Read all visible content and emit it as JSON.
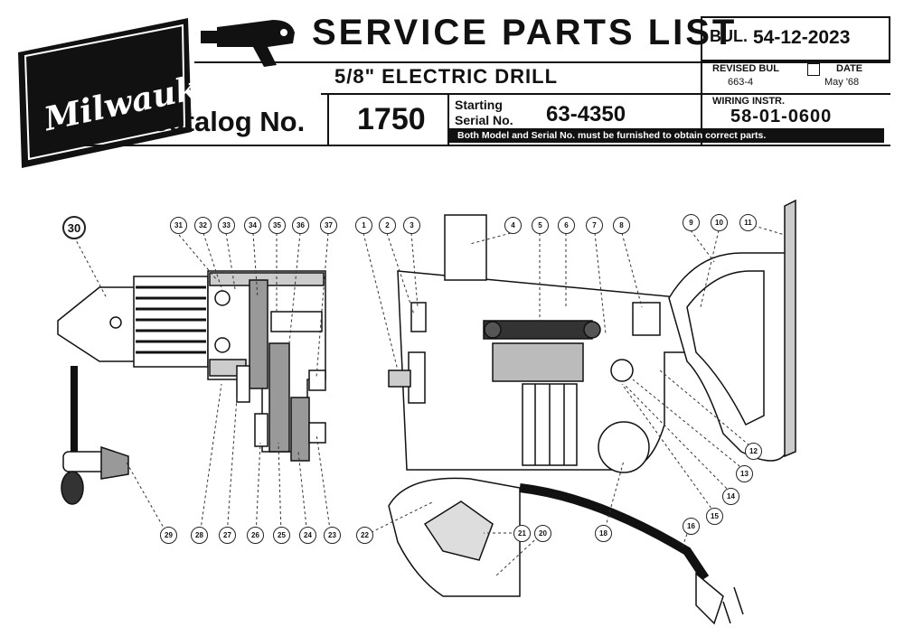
{
  "header": {
    "logo_text": "Milwaukee",
    "title": "SERVICE PARTS LIST",
    "bulletin_label": "BUL.",
    "bulletin_number": "54-12-2023",
    "product": "5/8\" ELECTRIC DRILL",
    "revised_label": "REVISED BUL",
    "revised_value": "663-4",
    "date_label": "DATE",
    "date_value": "May '68",
    "catalog_label": "Catalog No.",
    "catalog_number": "1750",
    "starting_label": "Starting",
    "serial_label": "Serial No.",
    "serial_number": "63-4350",
    "wiring_label": "WIRING INSTR.",
    "wiring_number": "58-01-0600",
    "notice": "Both Model and Serial No. must be furnished to obtain correct parts."
  },
  "callouts": {
    "c30": "30",
    "c31": "31",
    "c32": "32",
    "c33": "33",
    "c34": "34",
    "c35": "35",
    "c36": "36",
    "c37": "37",
    "c1": "1",
    "c2": "2",
    "c3": "3",
    "c4": "4",
    "c5": "5",
    "c6": "6",
    "c7": "7",
    "c8": "8",
    "c9": "9",
    "c10": "10",
    "c11": "11",
    "c12": "12",
    "c13": "13",
    "c14": "14",
    "c15": "15",
    "c16": "16",
    "c18": "18",
    "c20": "20",
    "c21": "21",
    "c22": "22",
    "c23": "23",
    "c24": "24",
    "c25": "25",
    "c26": "26",
    "c27": "27",
    "c28": "28",
    "c29": "29"
  }
}
